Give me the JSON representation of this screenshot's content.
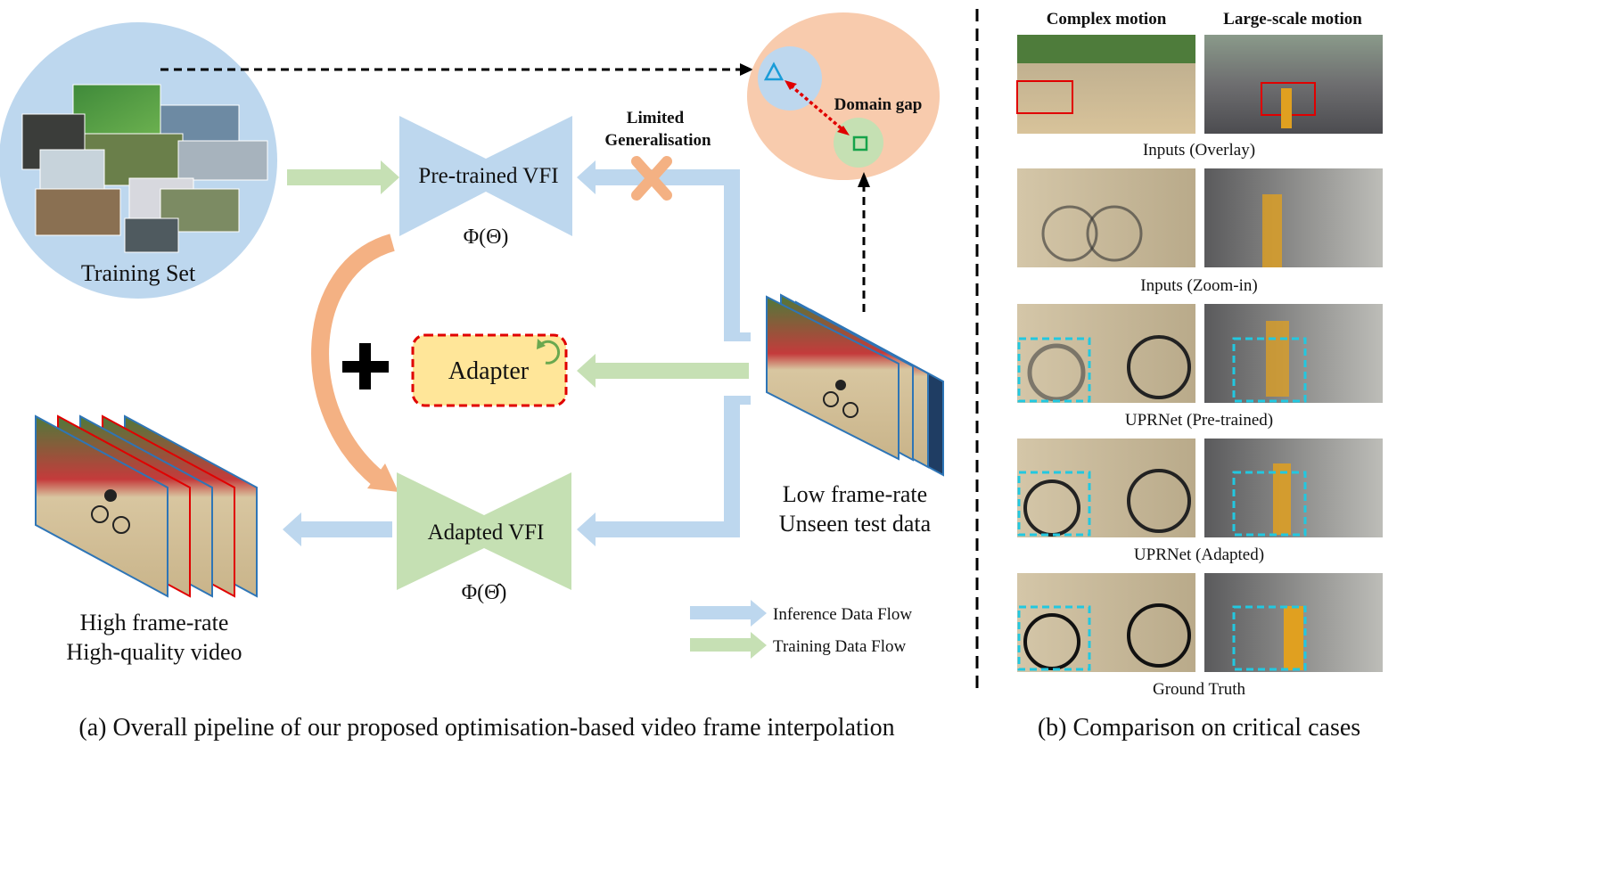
{
  "left_panel": {
    "training_set_label": "Training Set",
    "pretrained_label": "Pre-trained VFI",
    "pretrained_symbol": "Φ(Θ)",
    "limited_line1": "Limited",
    "limited_line2": "Generalisation",
    "domain_gap_label": "Domain gap",
    "adapter_label": "Adapter",
    "adapted_label": "Adapted VFI",
    "adapted_symbol": "Φ(Θ̂)",
    "low_fr_line1": "Low frame-rate",
    "low_fr_line2": "Unseen test data",
    "high_fr_line1": "High frame-rate",
    "high_fr_line2": "High-quality video",
    "legend_inference": "Inference Data Flow",
    "legend_training": "Training Data Flow",
    "caption": "(a) Overall pipeline of our proposed optimisation-based video frame interpolation"
  },
  "right_panel": {
    "col1_header": "Complex motion",
    "col2_header": "Large-scale motion",
    "row_labels": [
      "Inputs (Overlay)",
      "Inputs (Zoom-in)",
      "UPRNet (Pre-trained)",
      "UPRNet (Adapted)",
      "Ground Truth"
    ],
    "caption": "(b) Comparison on critical cases"
  },
  "colors": {
    "inference_blue": "#bcd6ee",
    "training_green": "#c6e0b4",
    "pretrained_fill": "#bdd7ee",
    "adapted_fill": "#c5e0b3",
    "adapter_fill": "#ffe699",
    "adapter_border": "#e00000",
    "domain_ellipse": "#f8cbad",
    "curve_orange": "#f4b183"
  }
}
